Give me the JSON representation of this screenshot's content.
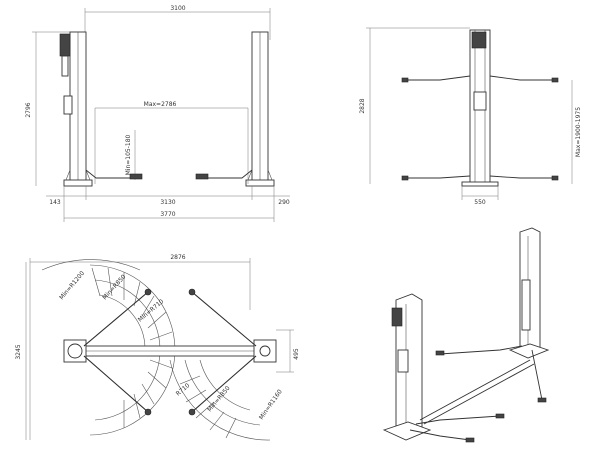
{
  "front_view": {
    "width_top": "3100",
    "height": "2796",
    "max_height": "Max=2786",
    "min_height": "Min=105-180",
    "inner_width": "3130",
    "overall_width": "3770",
    "left_offset": "143",
    "right_offset": "290"
  },
  "side_view": {
    "height": "2828",
    "max_range": "Max=1900-1975",
    "base_width": "550"
  },
  "top_view": {
    "width": "2876",
    "depth": "3245",
    "arm_labels": [
      "Min=R1200",
      "Min=R850",
      "Min=R710",
      "Min=R1160",
      "Min=R850",
      "R710"
    ],
    "offset": "495"
  },
  "iso_view": {}
}
